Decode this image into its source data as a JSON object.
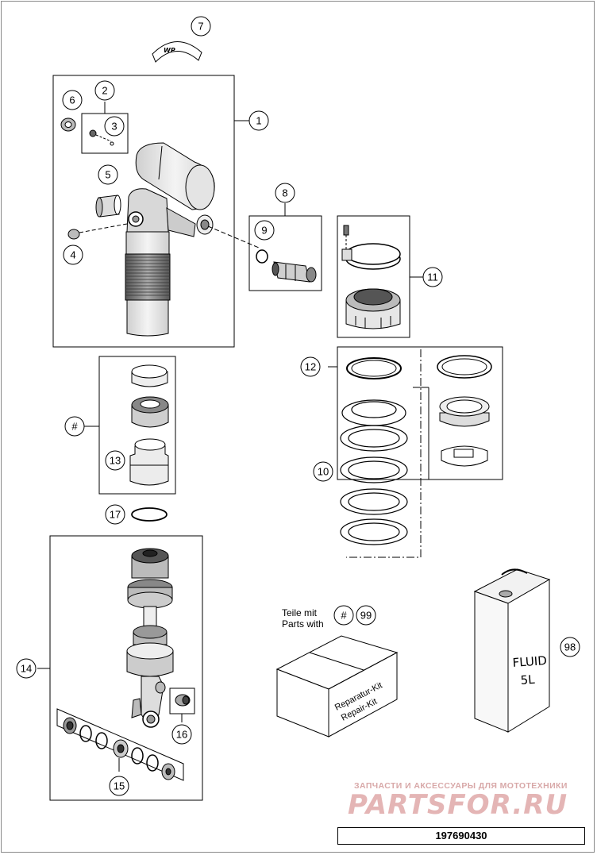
{
  "callouts": [
    "1",
    "2",
    "3",
    "4",
    "5",
    "6",
    "7",
    "8",
    "9",
    "10",
    "11",
    "12",
    "13",
    "14",
    "15",
    "16",
    "17",
    "98",
    "#",
    "99"
  ],
  "kit_note": {
    "line1": "Teile mit",
    "line2": "Parts with"
  },
  "repair_kit_label": {
    "line1": "Reparatur-Kit",
    "line2": "Repair-Kit"
  },
  "fluid_can": {
    "line1": "FLUID",
    "line2": "5L"
  },
  "watermark": {
    "tagline": "ЗАПЧАСТИ И АКСЕССУАРЫ ДЛЯ МОТОТЕХНИКИ",
    "brand": "PARTSFOR.RU"
  },
  "document_number": "197690430",
  "part_label_7": "WP"
}
